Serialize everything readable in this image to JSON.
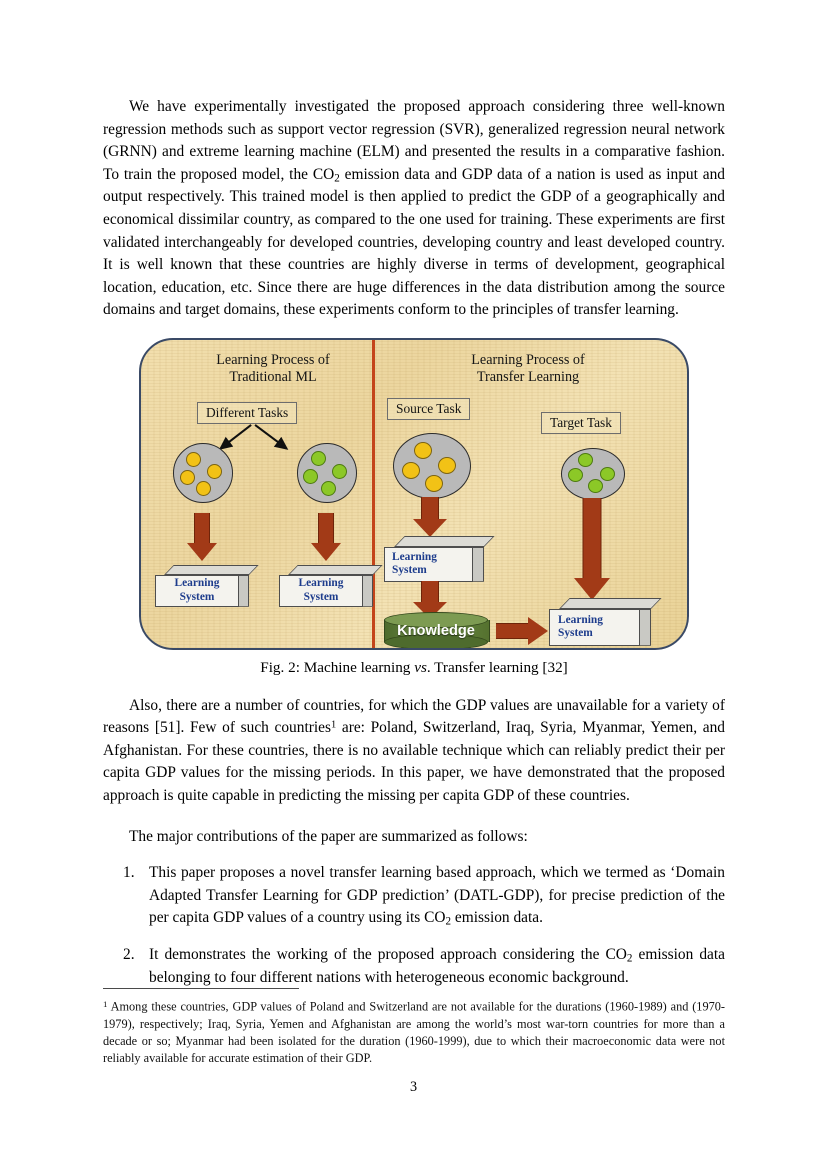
{
  "page": {
    "number": "3"
  },
  "paragraphs": {
    "p1_pre_co2": "We have experimentally investigated the proposed approach considering three well-known regression methods such as support vector regression (SVR), generalized regression neural network (GRNN) and extreme learning machine (ELM) and presented the results in a comparative fashion. To train the proposed model, the CO",
    "p1_sub": "2",
    "p1_post_co2": " emission data and GDP data of a nation is used as input and output respectively. This trained model is then applied to predict the GDP of a geographically and economical dissimilar country, as compared to the one used for training. These experiments are first validated interchangeably for developed countries, developing country and least developed country. It is well known that these countries are highly diverse in terms of development, geographical location, education, etc. Since there are huge differences in the data distribution among the source domains and target domains, these experiments conform to the principles of transfer learning.",
    "p2_pre_fn": "Also, there are a number of countries, for which the GDP values are unavailable for a variety of reasons [51]. Few of such countries",
    "p2_fn_marker": "1",
    "p2_post_fn": " are: Poland, Switzerland, Iraq, Syria, Myanmar, Yemen, and Afghanistan. For these countries, there is no available technique which can reliably predict their per capita GDP values for the missing periods. In this paper, we have demonstrated that the proposed approach is quite capable in predicting the missing per capita GDP of these countries.",
    "p3_intro": "The major contributions of the paper are summarized as follows:"
  },
  "figure": {
    "caption_prefix": "Fig. 2: Machine learning ",
    "caption_italic": "vs",
    "caption_suffix": ". Transfer learning [32]",
    "left_title": "Learning Process of\nTraditional ML",
    "right_title": "Learning Process of\nTransfer Learning",
    "labels": {
      "different_tasks": "Different Tasks",
      "source_task": "Source Task",
      "target_task": "Target Task",
      "knowledge": "Knowledge"
    },
    "learning_system": {
      "line1": "Learning",
      "line2": "System"
    },
    "colors": {
      "panel_background": "#f0dca8",
      "panel_border": "#3a4a66",
      "divider": "#c4441a",
      "arrow": "#a23a17",
      "arrow_border": "#6e2409",
      "disc": "#b9b9b9",
      "dot_yellow": "#f2c216",
      "dot_green": "#8cc827",
      "knowledge_cylinder": "#5d7a36",
      "box_face": "#f4f3ee",
      "box_side": "#c9c9c4",
      "box_text": "#1d3c8c"
    },
    "discs": [
      {
        "name": "traditional-ml-disc-source",
        "dot_color": "yellow",
        "dot_count": 4
      },
      {
        "name": "traditional-ml-disc-target",
        "dot_color": "green",
        "dot_count": 4
      },
      {
        "name": "transfer-source-disc",
        "dot_color": "yellow",
        "dot_count": 4
      },
      {
        "name": "transfer-target-disc",
        "dot_color": "green",
        "dot_count": 4
      }
    ]
  },
  "contributions": [
    {
      "number": "1.",
      "text_pre": "This paper proposes a novel transfer learning based approach, which we termed as ‘Domain Adapted Transfer Learning for GDP prediction’ (DATL-GDP), for precise prediction of the per capita GDP values of a country using its CO",
      "sub": "2",
      "text_post": " emission data."
    },
    {
      "number": "2.",
      "text_pre": "It demonstrates the working of the proposed approach considering the CO",
      "sub": "2",
      "text_post": " emission data belonging to four different nations with heterogeneous economic background."
    }
  ],
  "footnote": {
    "marker": "1",
    "text": " Among these countries, GDP values of Poland and Switzerland are not available for the durations (1960-1989) and (1970-1979), respectively; Iraq, Syria, Yemen and Afghanistan are among the world’s most war-torn countries for more than a decade or so; Myanmar had been isolated for the duration (1960-1999), due to which their macroeconomic data were not reliably available for accurate estimation of their GDP."
  }
}
